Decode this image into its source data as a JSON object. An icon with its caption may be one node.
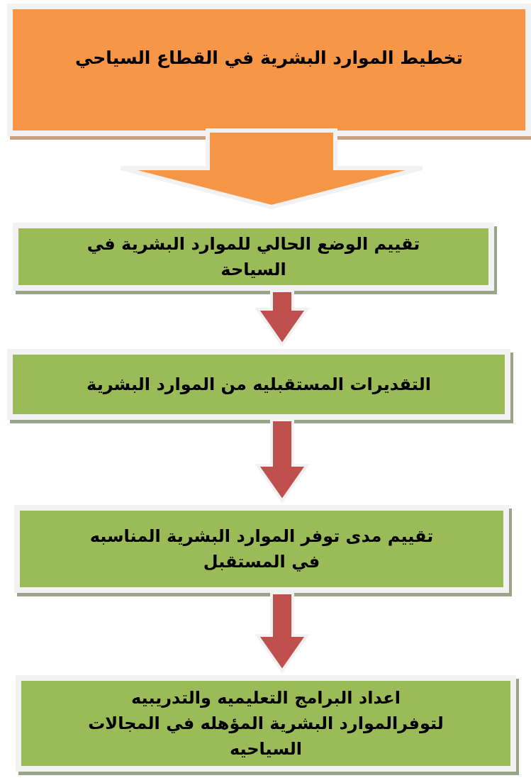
{
  "diagram": {
    "nodes": [
      {
        "text": [
          "تخطيط الموارد البشرية في القطاع السياحي"
        ]
      },
      {
        "text": [
          "تقييم الوضع الحالي للموارد البشرية في السياحة"
        ]
      },
      {
        "text": [
          "التقديرات المستقبليه من الموارد البشرية"
        ]
      },
      {
        "text": [
          "تقييم مدى توفر الموارد البشرية المناسبه في المستقبل"
        ]
      },
      {
        "text": [
          "اعداد البرامج التعليميه والتدريبيه لتوفرالموارد البشرية المؤهله في المجالات السياحيه"
        ]
      }
    ],
    "edges": [
      {
        "from": 0,
        "to": 1,
        "arrow": "to",
        "style": "thick",
        "color": "#f79646"
      },
      {
        "from": 1,
        "to": 2,
        "arrow": "to"
      },
      {
        "from": 2,
        "to": 3,
        "arrow": "to"
      },
      {
        "from": 3,
        "to": 4,
        "arrow": "to"
      }
    ]
  }
}
